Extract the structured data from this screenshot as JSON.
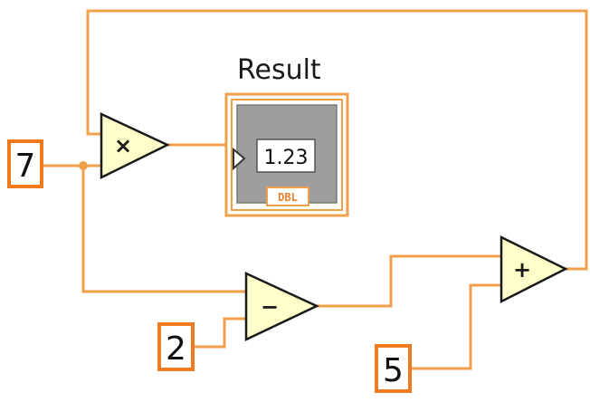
{
  "constants": {
    "seven": "7",
    "two": "2",
    "five": "5"
  },
  "indicator": {
    "label": "Result",
    "value": "1.23",
    "type": "DBL"
  },
  "operators": {
    "multiply": "×",
    "subtract": "−",
    "add": "+"
  },
  "colors": {
    "wire": "#f0a04b",
    "terminal_border": "#f07a1e",
    "node_fill": "#ffffcc",
    "indicator_frame": "#9e9e9e"
  }
}
